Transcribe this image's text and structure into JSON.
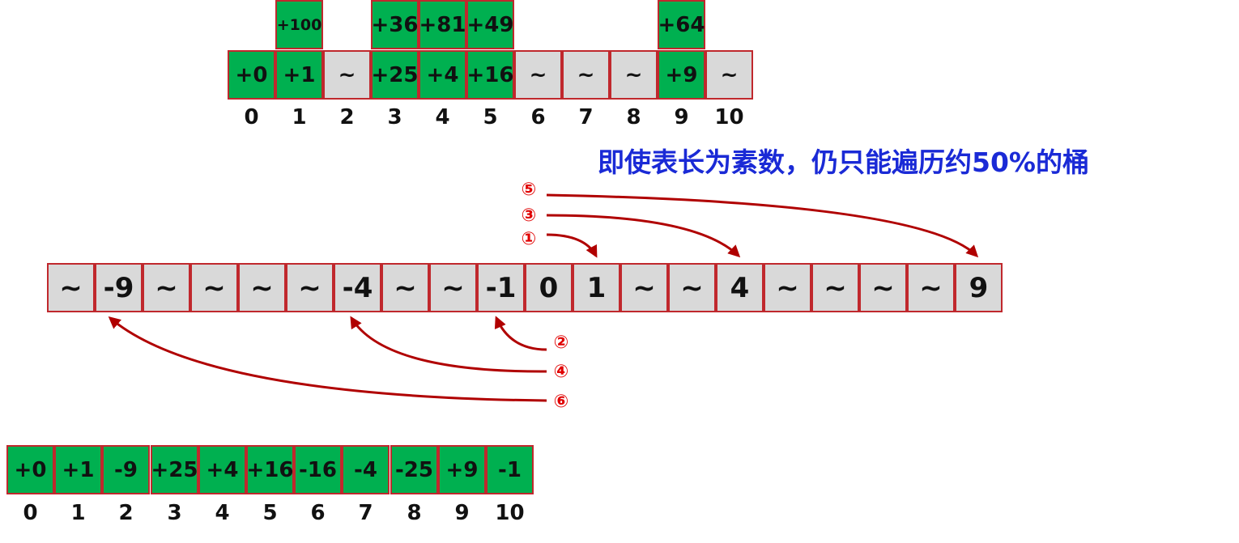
{
  "top_table": {
    "upper": [
      {
        "col": 1,
        "text": "+100"
      },
      {
        "col": 3,
        "text": "+36"
      },
      {
        "col": 4,
        "text": "+81"
      },
      {
        "col": 5,
        "text": "+49"
      },
      {
        "col": 9,
        "text": "+64"
      }
    ],
    "cells": [
      {
        "text": "+0",
        "filled": true
      },
      {
        "text": "+1",
        "filled": true
      },
      {
        "text": "~",
        "filled": false
      },
      {
        "text": "+25",
        "filled": true
      },
      {
        "text": "+4",
        "filled": true
      },
      {
        "text": "+16",
        "filled": true
      },
      {
        "text": "~",
        "filled": false
      },
      {
        "text": "~",
        "filled": false
      },
      {
        "text": "~",
        "filled": false
      },
      {
        "text": "+9",
        "filled": true
      },
      {
        "text": "~",
        "filled": false
      }
    ],
    "indices": [
      "0",
      "1",
      "2",
      "3",
      "4",
      "5",
      "6",
      "7",
      "8",
      "9",
      "10"
    ]
  },
  "note": "即使表长为素数，仍只能遍历约50%的桶",
  "probe_line": {
    "cells": [
      "~",
      "-9",
      "~",
      "~",
      "~",
      "~",
      "-4",
      "~",
      "~",
      "-1",
      "0",
      "1",
      "~",
      "~",
      "4",
      "~",
      "~",
      "~",
      "~",
      "9"
    ]
  },
  "steps": [
    "①",
    "②",
    "③",
    "④",
    "⑤",
    "⑥"
  ],
  "bottom_table": {
    "cells": [
      "+0",
      "+1",
      "-9",
      "+25",
      "+4",
      "+16",
      "-16",
      "-4",
      "-25",
      "+9",
      "-1"
    ],
    "indices": [
      "0",
      "1",
      "2",
      "3",
      "4",
      "5",
      "6",
      "7",
      "8",
      "9",
      "10"
    ]
  },
  "colors": {
    "filled": "#00b050",
    "empty": "#d9d9d9",
    "border": "#c0282d",
    "arrow": "#b00000",
    "step_label": "#e00000",
    "note": "#1a2ad6"
  }
}
